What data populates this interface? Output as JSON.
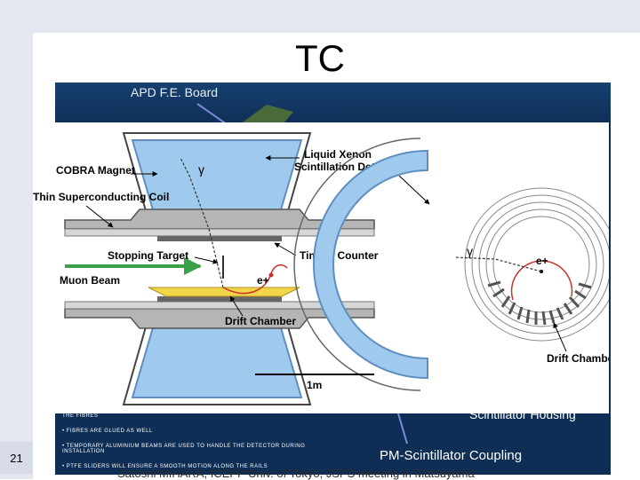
{
  "slide": {
    "title": "TC",
    "number": "21",
    "footer": "Satoshi MIHARA, ICEPP Univ. of Tokyo, JSPS meeting in Matsuyama"
  },
  "photo": {
    "apd_label": "APD F.E. Board",
    "pm_label": "PM-Scintillator Coupling",
    "scintillator_label": "Scintillator Housing",
    "notes": [
      "THE  FIBRES",
      "•  FIBRES  ARE  GLUED  AS  WELL",
      "•  TEMPORARY  ALUMINIUM  BEAMS  ARE  USED  TO  HANDLE  THE  DETECTOR  DURING  INSTALLATION",
      "•  PTFE  SLIDERS  WILL  ENSURE  A  SMOOTH  MOTION  ALONG  THE  RAILS"
    ]
  },
  "diagram": {
    "labels": {
      "cobra_magnet": "COBRA Magnet",
      "liquid_xenon": "Liquid Xenon",
      "scintillation_detector": "Scintillation Detector",
      "thin_coil": "Thin Superconducting Coil",
      "stopping_target": "Stopping Target",
      "timing_counter": "Timing Counter",
      "muon_beam": "Muon Beam",
      "drift_chamber_left": "Drift Chamber",
      "drift_chamber_right": "Drift Chamber",
      "scale": "1m",
      "gamma_left": "γ",
      "gamma_right": "γ",
      "positron_left": "e+",
      "positron_right": "e+"
    },
    "colors": {
      "xenon": "#9fcaee",
      "xenon_dark": "#5f8fc0",
      "magnet_gray": "#a8a8a8",
      "target_yellow": "#f2d64a",
      "beam_green": "#3aa04a",
      "track_red": "#c8322a",
      "photo_blue": "#0e2e56"
    }
  }
}
